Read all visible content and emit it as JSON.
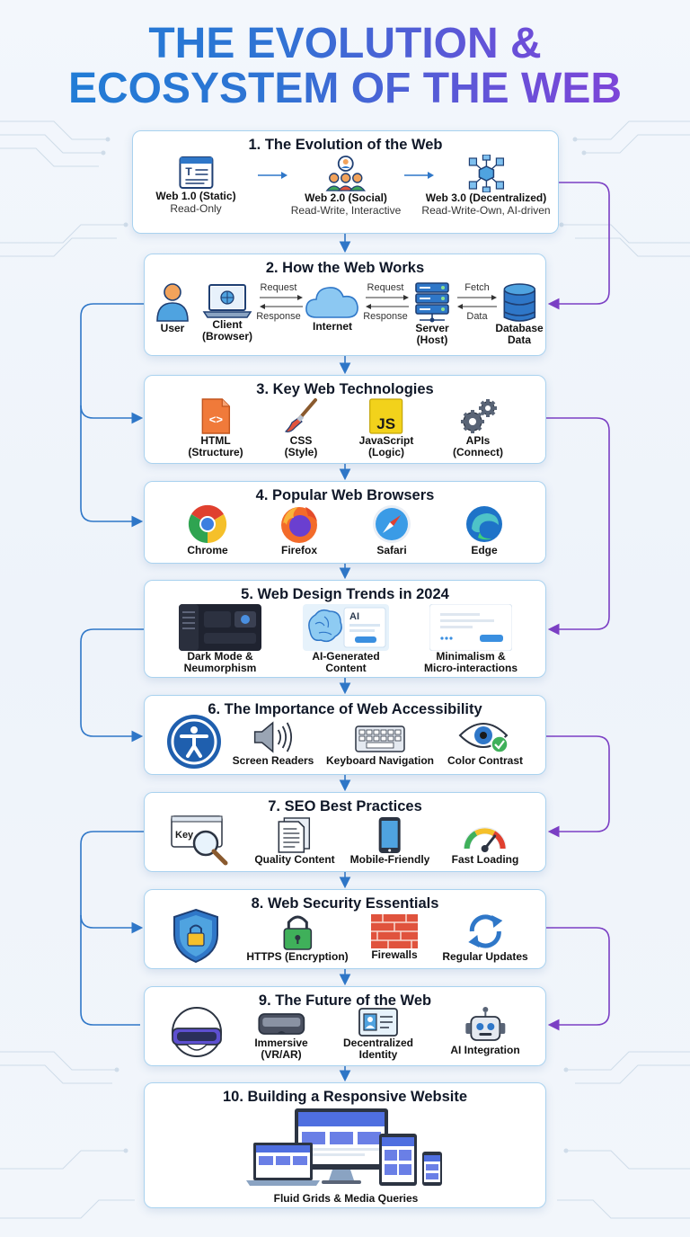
{
  "title": {
    "line1": "THE EVOLUTION &",
    "line2": "ECOSYSTEM OF THE WEB"
  },
  "colors": {
    "blue": "#2f77c8",
    "purple": "#7b3fc4",
    "title_start": "#1d7fd6",
    "title_end": "#8a3fd8"
  },
  "sections": {
    "s1": {
      "title": "1. The Evolution of the Web",
      "items": [
        {
          "icon": "web-page-icon",
          "label": "Web 1.0 (Static)",
          "sub": "Read-Only"
        },
        {
          "icon": "social-network-icon",
          "label": "Web 2.0 (Social)",
          "sub": "Read-Write, Interactive"
        },
        {
          "icon": "blockchain-network-icon",
          "label": "Web 3.0 (Decentralized)",
          "sub": "Read-Write-Own, AI-driven"
        }
      ]
    },
    "s2": {
      "title": "2. How the Web Works",
      "items": [
        {
          "icon": "user-icon",
          "label": "User"
        },
        {
          "icon": "laptop-browser-icon",
          "label": "Client",
          "sub": "(Browser)"
        },
        {
          "icon": "cloud-icon",
          "label": "Internet"
        },
        {
          "icon": "server-icon",
          "label": "Server",
          "sub": "(Host)"
        },
        {
          "icon": "database-icon",
          "label": "Database",
          "sub": "Data"
        }
      ],
      "flows": {
        "request1": "Request",
        "response1": "Response",
        "request2": "Request",
        "response2": "Response",
        "fetch": "Fetch",
        "data": "Data"
      }
    },
    "s3": {
      "title": "3. Key Web Technologies",
      "items": [
        {
          "icon": "html-file-icon",
          "label": "HTML",
          "sub": "(Structure)"
        },
        {
          "icon": "paintbrush-icon",
          "label": "CSS",
          "sub": "(Style)"
        },
        {
          "icon": "javascript-icon",
          "label": "JavaScript",
          "sub": "(Logic)",
          "badge": "JS"
        },
        {
          "icon": "gears-icon",
          "label": "APIs",
          "sub": "(Connect)"
        }
      ]
    },
    "s4": {
      "title": "4. Popular Web Browsers",
      "items": [
        {
          "icon": "chrome-icon",
          "label": "Chrome"
        },
        {
          "icon": "firefox-icon",
          "label": "Firefox"
        },
        {
          "icon": "safari-icon",
          "label": "Safari"
        },
        {
          "icon": "edge-icon",
          "label": "Edge"
        }
      ]
    },
    "s5": {
      "title": "5. Web Design Trends in 2024",
      "items": [
        {
          "icon": "dark-mode-ui-icon",
          "label": "Dark Mode &",
          "sub": "Neumorphism"
        },
        {
          "icon": "ai-brain-icon",
          "label": "AI-Generated",
          "sub": "Content",
          "badge": "AI"
        },
        {
          "icon": "minimal-ui-icon",
          "label": "Minimalism &",
          "sub": "Micro-interactions"
        }
      ]
    },
    "s6": {
      "title": "6. The Importance of Web Accessibility",
      "items": [
        {
          "icon": "accessibility-icon",
          "label": ""
        },
        {
          "icon": "speaker-icon",
          "label": "Screen Readers"
        },
        {
          "icon": "keyboard-icon",
          "label": "Keyboard Navigation"
        },
        {
          "icon": "eye-check-icon",
          "label": "Color Contrast"
        }
      ]
    },
    "s7": {
      "title": "7. SEO Best Practices",
      "items": [
        {
          "icon": "keyword-magnifier-icon",
          "label": "",
          "badge": "Key"
        },
        {
          "icon": "document-icon",
          "label": "Quality Content"
        },
        {
          "icon": "smartphone-icon",
          "label": "Mobile-Friendly"
        },
        {
          "icon": "speedometer-icon",
          "label": "Fast Loading"
        }
      ]
    },
    "s8": {
      "title": "8. Web Security Essentials",
      "items": [
        {
          "icon": "shield-lock-icon",
          "label": ""
        },
        {
          "icon": "padlock-icon",
          "label": "HTTPS (Encryption)"
        },
        {
          "icon": "firewall-icon",
          "label": "Firewalls"
        },
        {
          "icon": "refresh-icon",
          "label": "Regular Updates"
        }
      ]
    },
    "s9": {
      "title": "9. The Future of the Web",
      "items": [
        {
          "icon": "vr-headset-icon",
          "label": ""
        },
        {
          "icon": "vr-goggles-icon",
          "label": "Immersive",
          "sub": "(VR/AR)"
        },
        {
          "icon": "id-card-icon",
          "label": "Decentralized",
          "sub": "Identity"
        },
        {
          "icon": "robot-icon",
          "label": "AI Integration"
        }
      ]
    },
    "s10": {
      "title": "10. Building a Responsive Website",
      "items": [
        {
          "icon": "responsive-devices-icon",
          "label": "Fluid Grids & Media Queries"
        }
      ]
    }
  }
}
